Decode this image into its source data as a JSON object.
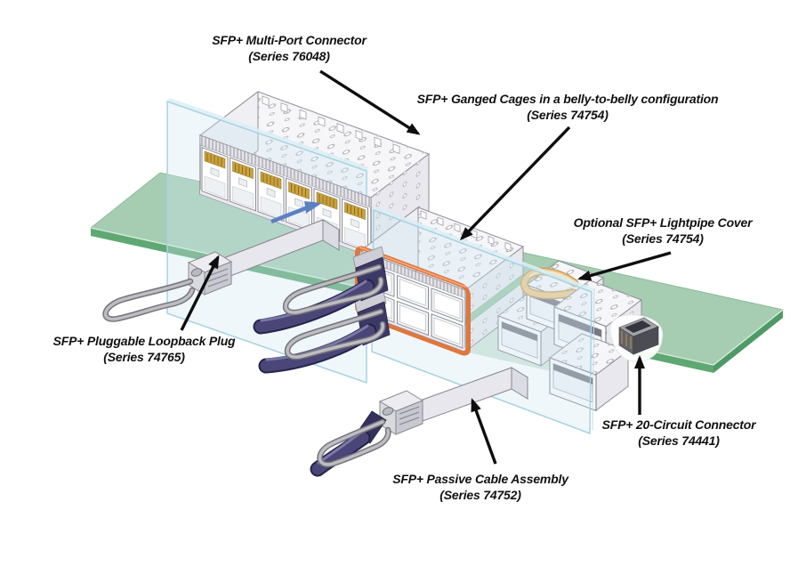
{
  "figure": {
    "kind": "isometric-product-diagram",
    "labels": {
      "multi_port": {
        "name": "SFP+ Multi-Port Connector",
        "series": "(Series 76048)"
      },
      "ganged_cages": {
        "name": "SFP+ Ganged Cages in a belly-to-belly configuration",
        "series": "(Series 74754)"
      },
      "lightpipe": {
        "name": "Optional SFP+ Lightpipe Cover",
        "series": "(Series 74754)"
      },
      "loopback": {
        "name": "SFP+ Pluggable Loopback Plug",
        "series": "(Series 74765)"
      },
      "circuit20": {
        "name": "SFP+ 20-Circuit  Connector",
        "series": "(Series 74441)"
      },
      "passive_cable": {
        "name": "SFP+ Passive Cable Assembly",
        "series": "(Series 74752)"
      }
    },
    "colors": {
      "background": "#ffffff",
      "pcb_green": "#a6ccb2",
      "pcb_edge_green": "#5fa873",
      "faceplate_blue": "#cfe7f2",
      "emi_gasket_orange": "#e0773d",
      "lightpipe_tan": "#ecc88f",
      "cable_purple": "#4a4677",
      "label_text": "#111111"
    }
  }
}
